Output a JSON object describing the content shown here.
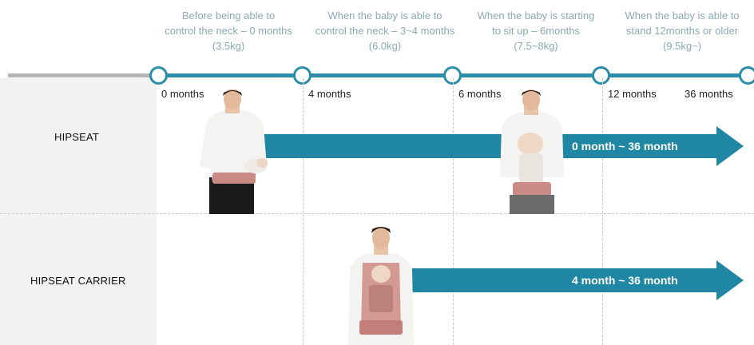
{
  "stages": [
    {
      "line1": "Before being able to",
      "line2": "control the neck – 0 months",
      "line3": "(3.5kg)"
    },
    {
      "line1": "When the baby is able to",
      "line2": "control the neck – 3~4 months",
      "line3": "(6.0kg)"
    },
    {
      "line1": "When the baby is starting",
      "line2": "to sit up –  6months",
      "line3": "(7.5~8kg)"
    },
    {
      "line1": "When the baby is able to",
      "line2": "stand 12months or older",
      "line3": "(9.5kg~)"
    }
  ],
  "months": [
    "0 months",
    "4 months",
    "6 months",
    "12 months",
    "36 months"
  ],
  "rows": [
    {
      "label": "HIPSEAT",
      "range": "0 month ~ 36 month"
    },
    {
      "label": "HIPSEAT CARRIER",
      "range": "4 month ~ 36 month"
    }
  ],
  "colors": {
    "accent": "#2b8ea8",
    "arrow": "#1f87a4",
    "grey_line": "#b5b5b5",
    "stage_text": "#8aaab5"
  }
}
